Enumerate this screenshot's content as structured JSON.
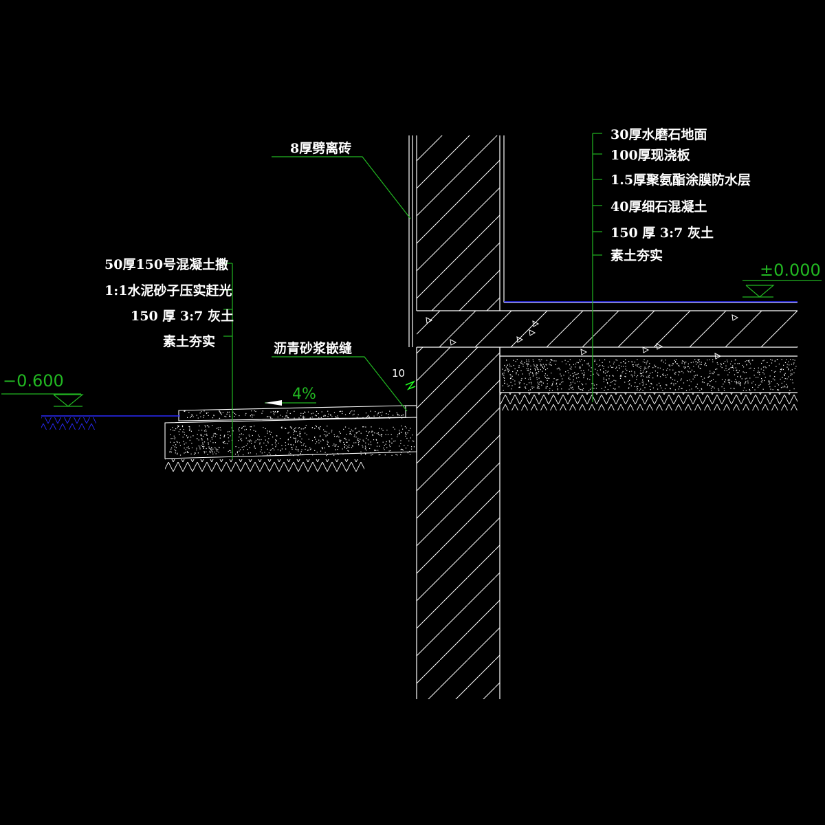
{
  "annotations": {
    "tile": "8厚劈离砖",
    "asphalt_joint": "沥青砂浆嵌缝",
    "joint_width": "10",
    "slope": "4%",
    "apron_layers": [
      "50厚150号混凝土撒",
      "1:1水泥砂子压实赶光",
      "150 厚 3:7 灰土",
      "素土夯实"
    ],
    "floor_layers": [
      "30厚水磨石地面",
      "100厚现浇板",
      "1.5厚聚氨酯涂膜防水层",
      "40厚细石混凝土",
      "150 厚 3:7 灰土",
      "素土夯实"
    ]
  },
  "levels": {
    "indoor": "±0.000",
    "outdoor": "−0.600"
  },
  "colors": {
    "background": "#000000",
    "linework": "#ffffff",
    "leader": "#22b822",
    "ground_line": "#2a2aff"
  }
}
